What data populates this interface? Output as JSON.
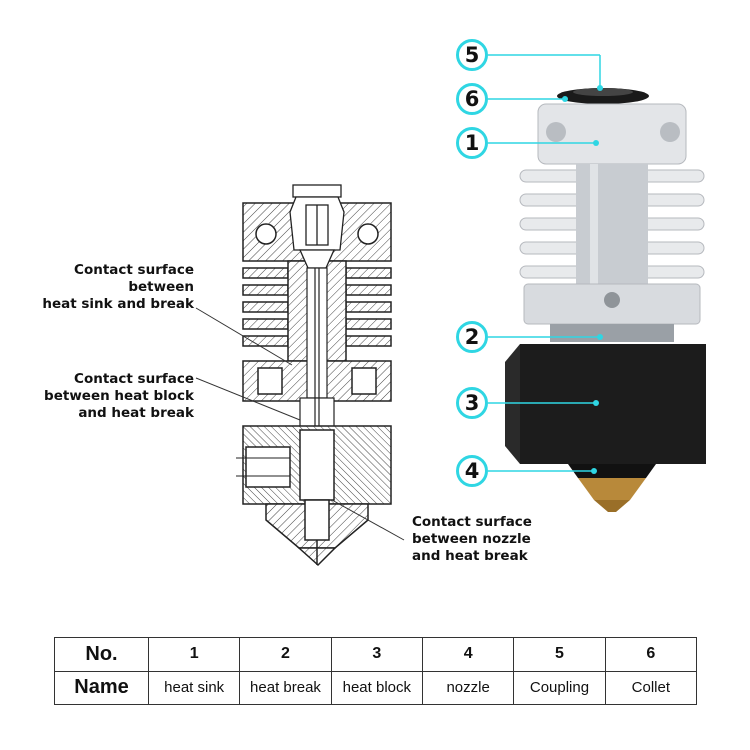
{
  "labels": {
    "heat_sink_contact": [
      "Contact surface",
      "between",
      "heat sink and break"
    ],
    "heat_block_contact": [
      "Contact surface",
      "between heat block",
      "and heat break"
    ],
    "nozzle_contact": [
      "Contact surface",
      "between nozzle",
      "and heat break"
    ]
  },
  "callouts": [
    "5",
    "6",
    "1",
    "2",
    "3",
    "4"
  ],
  "colors": {
    "callout_ring": "#2fd6e3",
    "hatch": "#444444",
    "black_block": "#1c1c1c",
    "aluminum": "#cfd2d6",
    "brass": "#b8893a"
  },
  "table": {
    "header_no": "No.",
    "header_name": "Name",
    "numbers": [
      "1",
      "2",
      "3",
      "4",
      "5",
      "6"
    ],
    "names": [
      "heat sink",
      "heat break",
      "heat block",
      "nozzle",
      "Coupling",
      "Collet"
    ]
  }
}
